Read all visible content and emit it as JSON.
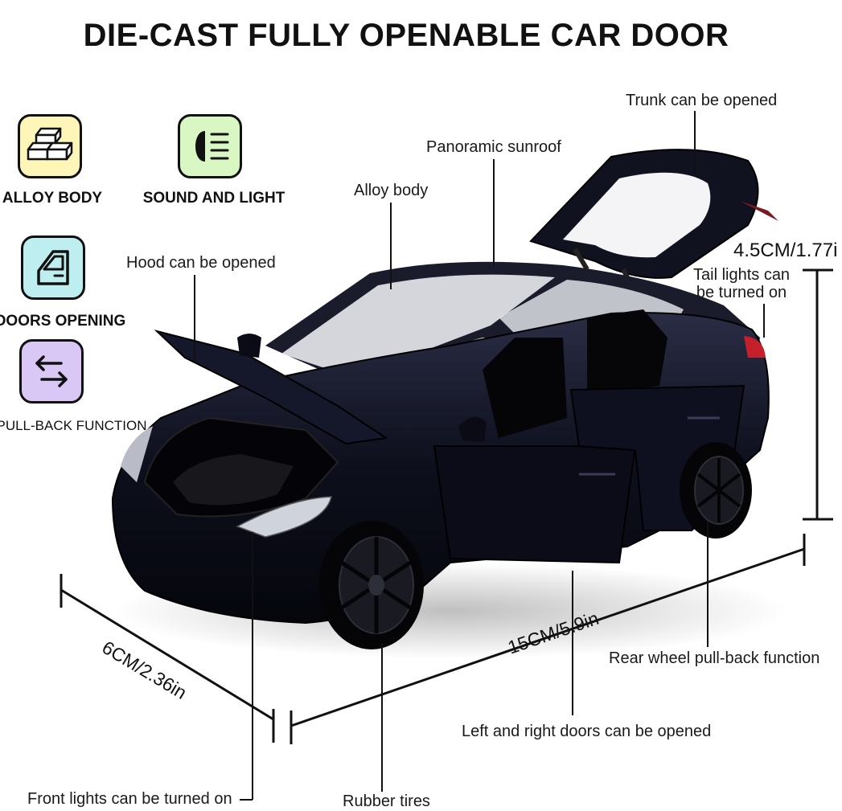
{
  "title": "DIE-CAST FULLY OPENABLE CAR DOOR",
  "features": [
    {
      "label": "ALLOY BODY",
      "icon": "alloy-bars-icon",
      "color": "#fdf6b8"
    },
    {
      "label": "SOUND AND LIGHT",
      "icon": "headlight-icon",
      "color": "#d9f7c2"
    },
    {
      "label": "DOORS OPENING",
      "icon": "car-door-icon",
      "color": "#bfeef0"
    },
    {
      "label": "PULL-BACK FUNCTION",
      "icon": "swap-arrows-icon",
      "color": "#d9c8f5"
    }
  ],
  "callouts": {
    "trunk": "Trunk can be opened",
    "sunroof": "Panoramic sunroof",
    "alloy_body": "Alloy body",
    "hood": "Hood can be opened",
    "tail_lights": "Tail lights can\nbe turned on",
    "rear_wheel": "Rear wheel pull-back function",
    "doors": "Left and right doors can be opened",
    "front_lights": "Front lights can be turned on",
    "tires": "Rubber tires"
  },
  "dimensions": {
    "height": "4.5CM/1.77i",
    "length": "15CM/5.9in",
    "width": "6CM/2.36in"
  },
  "colors": {
    "car_body": "#0d0f1c",
    "text": "#111111"
  }
}
